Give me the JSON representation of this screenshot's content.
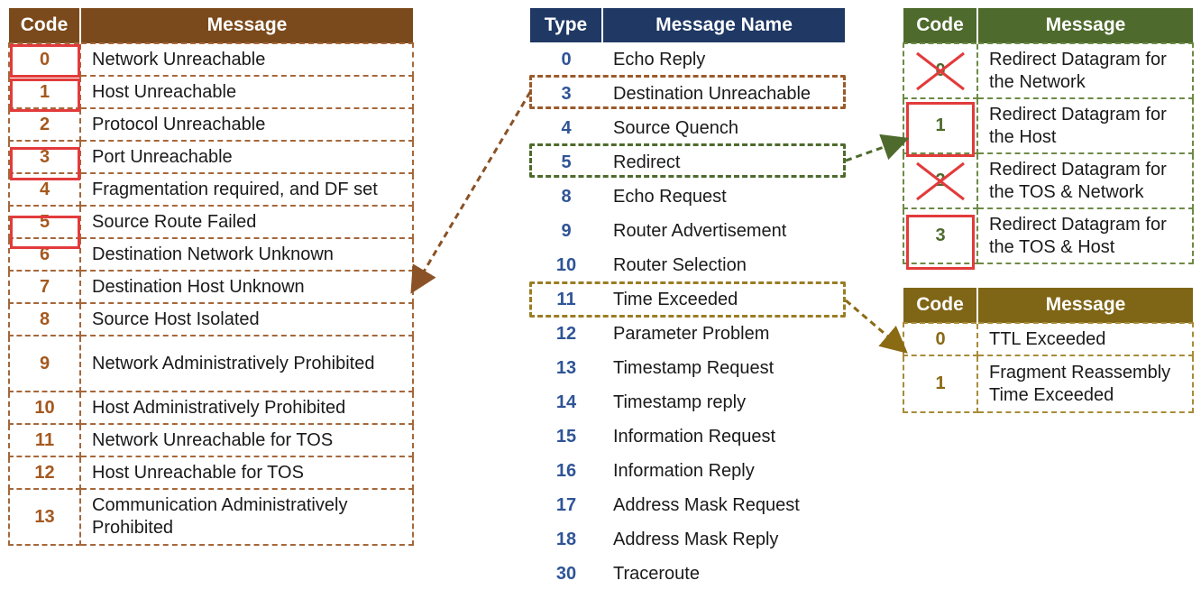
{
  "unreachable_table": {
    "header_code": "Code",
    "header_message": "Message",
    "rows": [
      {
        "code": "0",
        "message": "Network Unreachable",
        "highlighted": true
      },
      {
        "code": "1",
        "message": "Host Unreachable",
        "highlighted": true
      },
      {
        "code": "2",
        "message": "Protocol Unreachable",
        "highlighted": false
      },
      {
        "code": "3",
        "message": "Port Unreachable",
        "highlighted": true
      },
      {
        "code": "4",
        "message": "Fragmentation required, and DF set",
        "highlighted": false
      },
      {
        "code": "5",
        "message": "Source Route Failed",
        "highlighted": true
      },
      {
        "code": "6",
        "message": "Destination Network Unknown",
        "highlighted": false
      },
      {
        "code": "7",
        "message": "Destination Host Unknown",
        "highlighted": false
      },
      {
        "code": "8",
        "message": "Source Host Isolated",
        "highlighted": false
      },
      {
        "code": "9",
        "message": "Network Administratively Prohibited",
        "highlighted": false
      },
      {
        "code": "10",
        "message": "Host Administratively Prohibited",
        "highlighted": false
      },
      {
        "code": "11",
        "message": "Network Unreachable for TOS",
        "highlighted": false
      },
      {
        "code": "12",
        "message": "Host Unreachable for TOS",
        "highlighted": false
      },
      {
        "code": "13",
        "message": "Communication Administratively Prohibited",
        "highlighted": false
      }
    ]
  },
  "type_table": {
    "header_type": "Type",
    "header_name": "Message Name",
    "rows": [
      {
        "type": "0",
        "name": "Echo Reply"
      },
      {
        "type": "3",
        "name": "Destination Unreachable"
      },
      {
        "type": "4",
        "name": "Source Quench"
      },
      {
        "type": "5",
        "name": "Redirect"
      },
      {
        "type": "8",
        "name": "Echo Request"
      },
      {
        "type": "9",
        "name": "Router Advertisement"
      },
      {
        "type": "10",
        "name": "Router Selection"
      },
      {
        "type": "11",
        "name": "Time Exceeded"
      },
      {
        "type": "12",
        "name": "Parameter Problem"
      },
      {
        "type": "13",
        "name": "Timestamp Request"
      },
      {
        "type": "14",
        "name": "Timestamp reply"
      },
      {
        "type": "15",
        "name": "Information Request"
      },
      {
        "type": "16",
        "name": "Information Reply"
      },
      {
        "type": "17",
        "name": "Address Mask Request"
      },
      {
        "type": "18",
        "name": "Address Mask Reply"
      },
      {
        "type": "30",
        "name": "Traceroute"
      }
    ]
  },
  "redirect_table": {
    "header_code": "Code",
    "header_message": "Message",
    "rows": [
      {
        "code": "0",
        "message": "Redirect Datagram for the Network",
        "status": "crossed"
      },
      {
        "code": "1",
        "message": "Redirect Datagram for the Host",
        "status": "highlighted"
      },
      {
        "code": "2",
        "message": "Redirect Datagram for the TOS & Network",
        "status": "crossed"
      },
      {
        "code": "3",
        "message": "Redirect Datagram for the TOS & Host",
        "status": "highlighted"
      }
    ]
  },
  "time_exceeded_table": {
    "header_code": "Code",
    "header_message": "Message",
    "rows": [
      {
        "code": "0",
        "message": "TTL Exceeded"
      },
      {
        "code": "1",
        "message": "Fragment Reassembly Time Exceeded"
      }
    ]
  },
  "colors": {
    "brown": "#7b4a1c",
    "navy": "#1f3864",
    "green": "#4e6a2c",
    "olive": "#7f6516",
    "highlight_red": "#e23b3b"
  }
}
